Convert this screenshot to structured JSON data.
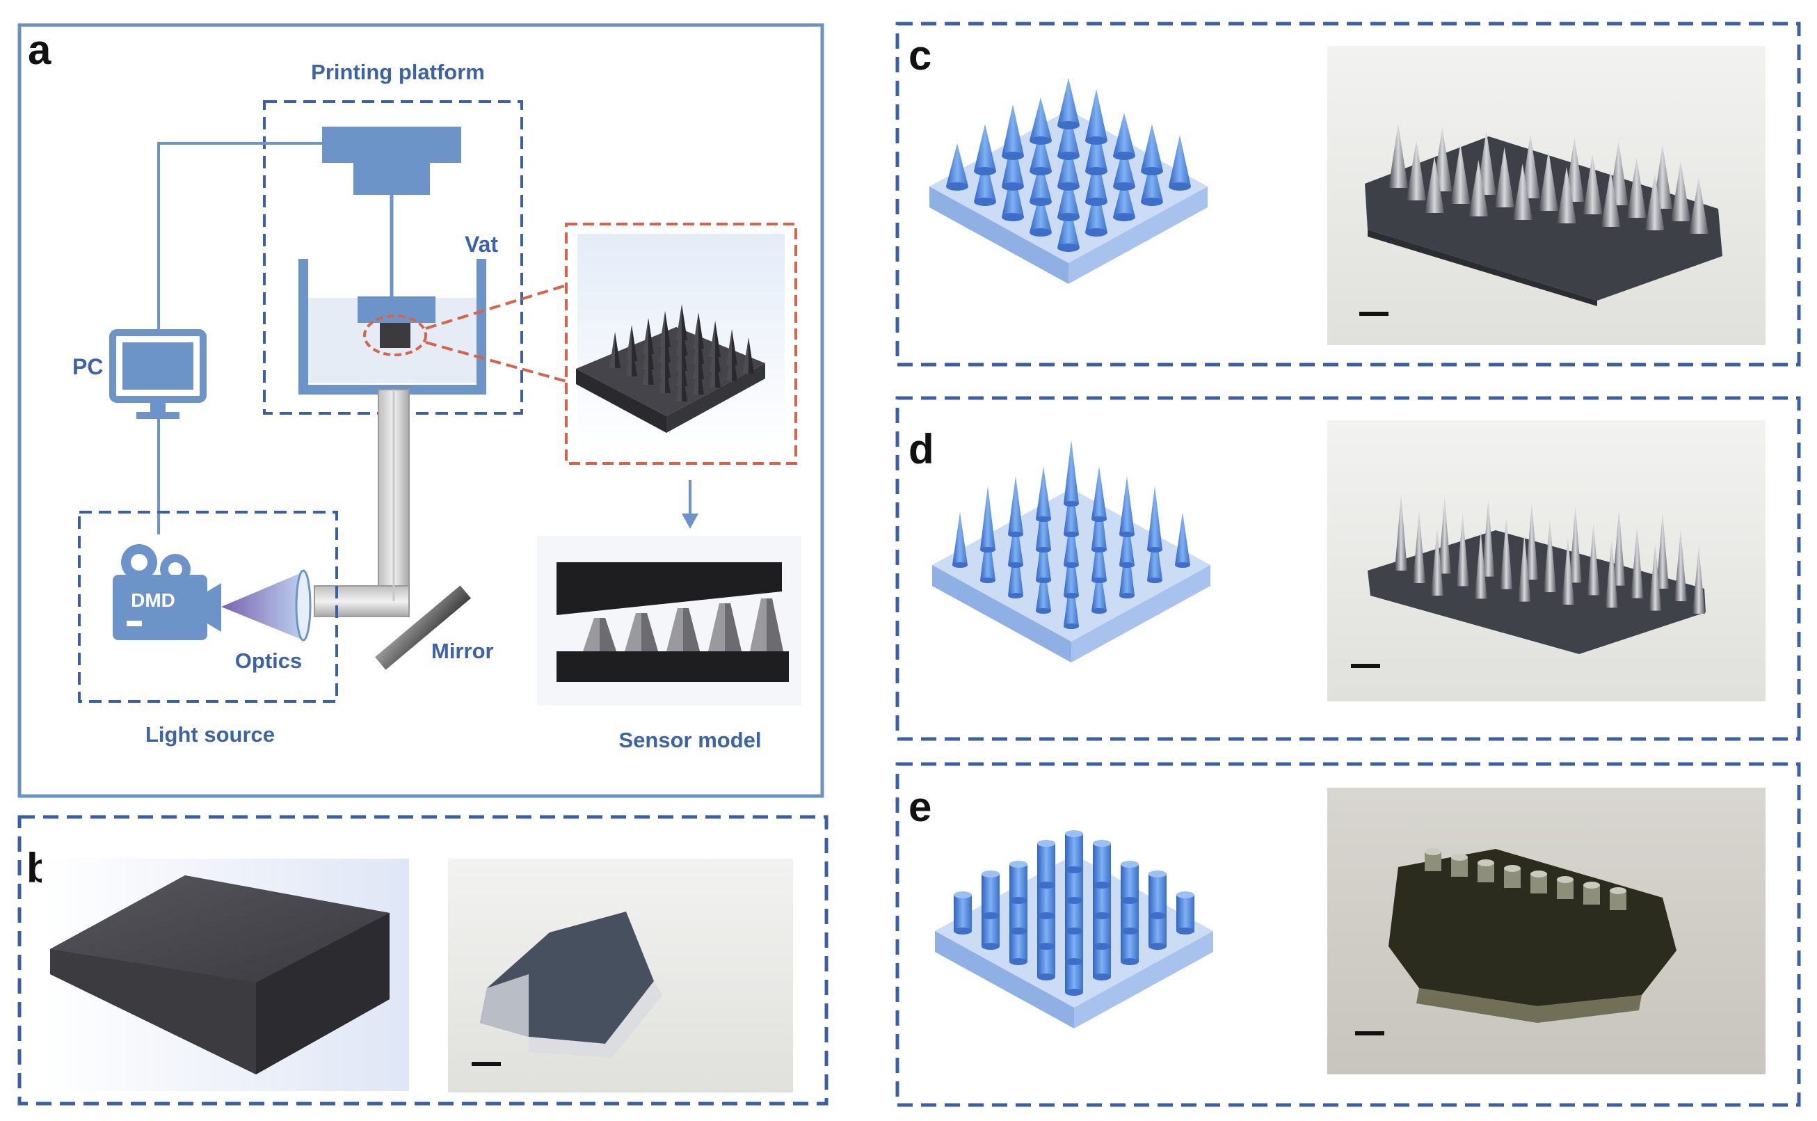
{
  "colors": {
    "frame_blue": "#5a86bd",
    "dash_blue": "#3a5fa8",
    "dash_red": "#d9624a",
    "component_blue": "#6d94c8",
    "label_blue": "#3a63a8",
    "dark_part": "#2b2b2d",
    "spike_blue": "#4f86d6",
    "photo_bg": "#e8e8e6"
  },
  "panels": {
    "a": {
      "label": "a",
      "printing_platform": "Printing platform",
      "vat": "Vat",
      "pc": "PC",
      "dmd": "DMD",
      "optics": "Optics",
      "mirror": "Mirror",
      "light_source": "Light source",
      "sensor_model": "Sensor model"
    },
    "b": {
      "label": "b"
    },
    "c": {
      "label": "c"
    },
    "d": {
      "label": "d"
    },
    "e": {
      "label": "e"
    }
  },
  "icons": [
    "pc-monitor-icon",
    "dmd-camera-icon",
    "down-arrow-icon"
  ]
}
